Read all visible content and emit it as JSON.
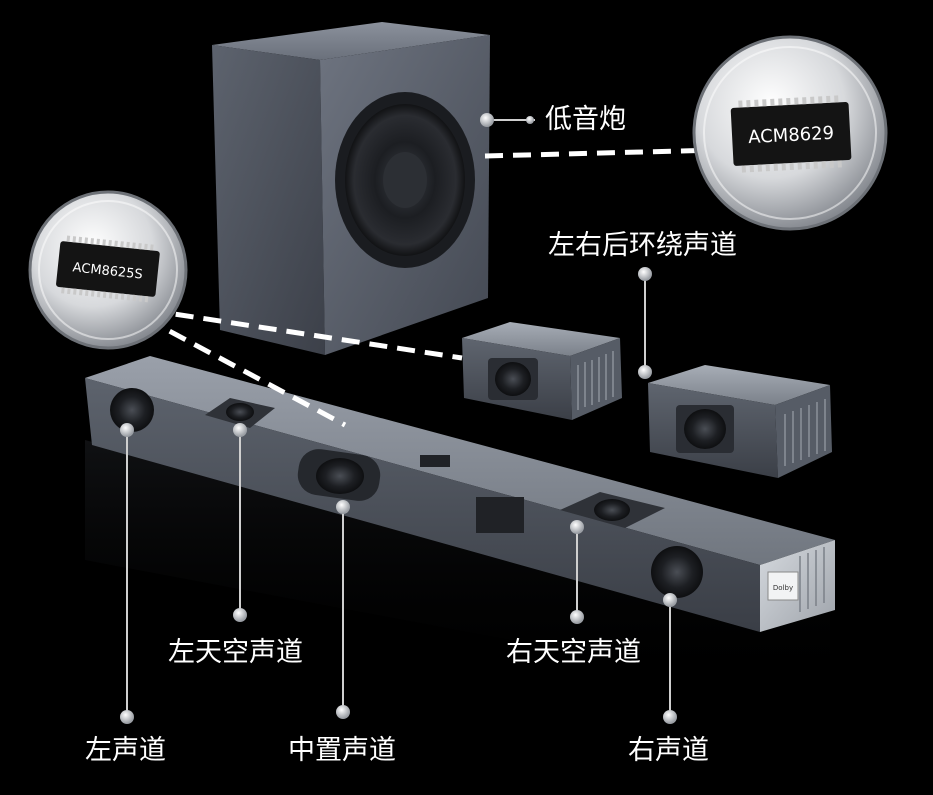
{
  "labels": {
    "subwoofer": "低音炮",
    "rear_surround": "左右后环绕声道",
    "left_height": "左天空声道",
    "right_height": "右天空声道",
    "left": "左声道",
    "center": "中置声道",
    "right": "右声道"
  },
  "chips": {
    "chip_right": "ACM8629",
    "chip_left": "ACM8625S"
  },
  "badge": {
    "brand": "Dolby"
  },
  "colors": {
    "background": "#000000",
    "label_text": "#ffffff",
    "leader_line": "#cfcfcf",
    "dashed_line": "#ffffff"
  }
}
